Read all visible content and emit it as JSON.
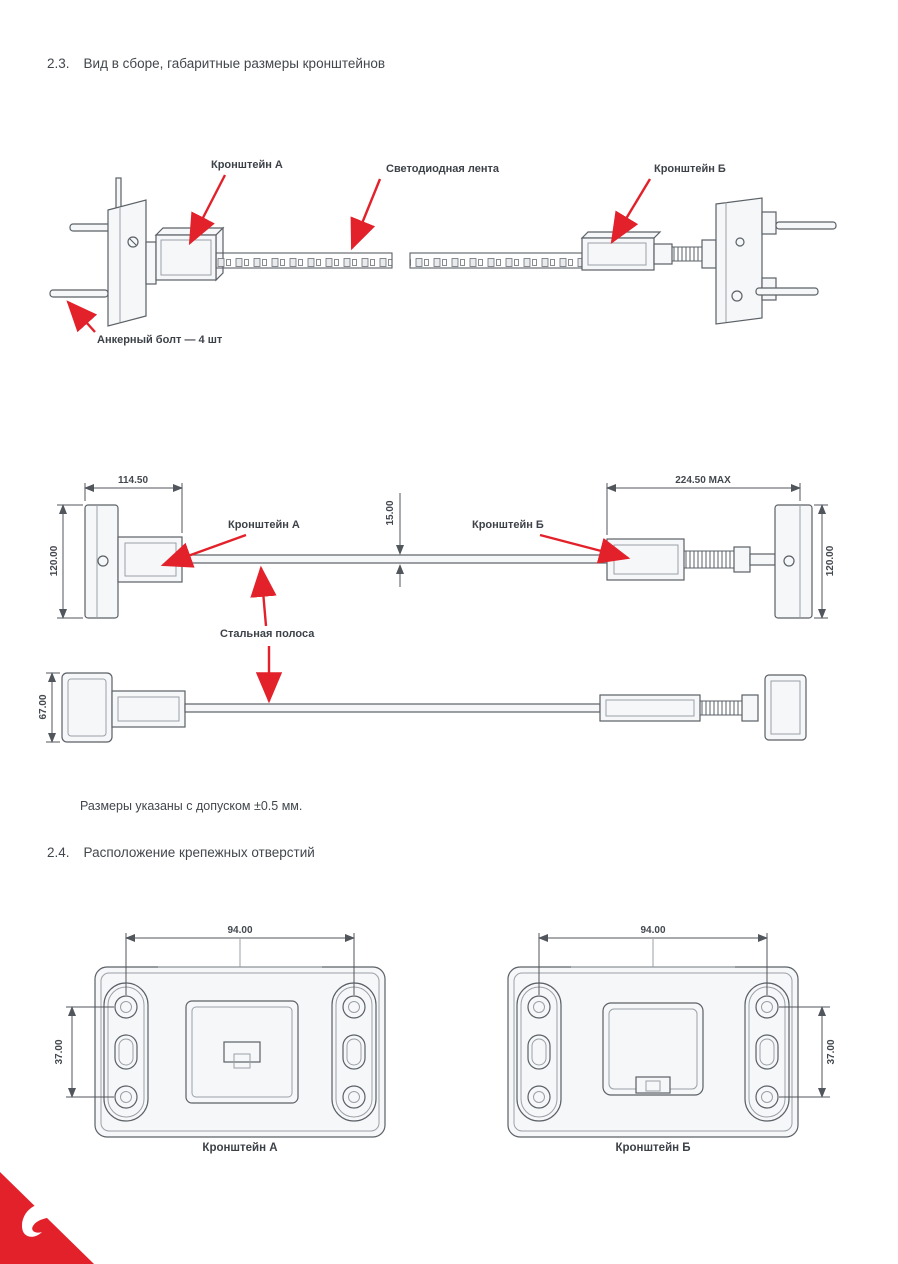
{
  "sections": {
    "s23_num": "2.3.",
    "s23_title": "Вид в сборе, габаритные размеры кронштейнов",
    "s24_num": "2.4.",
    "s24_title": "Расположение крепежных отверстий",
    "tolerance_note": "Размеры указаны с допуском ±0.5 мм."
  },
  "assembly_view": {
    "bracket_a_label": "Кронштейн А",
    "led_strip_label": "Светодиодная лента",
    "bracket_b_label": "Кронштейн Б",
    "anchor_bolt_label": "Анкерный болт — 4 шт"
  },
  "dimension_view": {
    "bracket_a_label": "Кронштейн А",
    "bracket_b_label": "Кронштейн Б",
    "steel_strip_label": "Стальная полоса",
    "dim_bracket_a_width": "114.50",
    "dim_bracket_b_width": "224.50 MAX",
    "dim_strip_height": "15.00",
    "dim_plate_height_left": "120.00",
    "dim_plate_height_right": "120.00",
    "dim_side_height": "67.00"
  },
  "holes_view": {
    "bracket_a": {
      "caption": "Кронштейн А",
      "dim_h": "94.00",
      "dim_v": "37.00"
    },
    "bracket_b": {
      "caption": "Кронштейн Б",
      "dim_h": "94.00",
      "dim_v": "37.00"
    }
  },
  "colors": {
    "accent": "#e3212a",
    "line": "#5b6166",
    "text": "#3d4248"
  }
}
